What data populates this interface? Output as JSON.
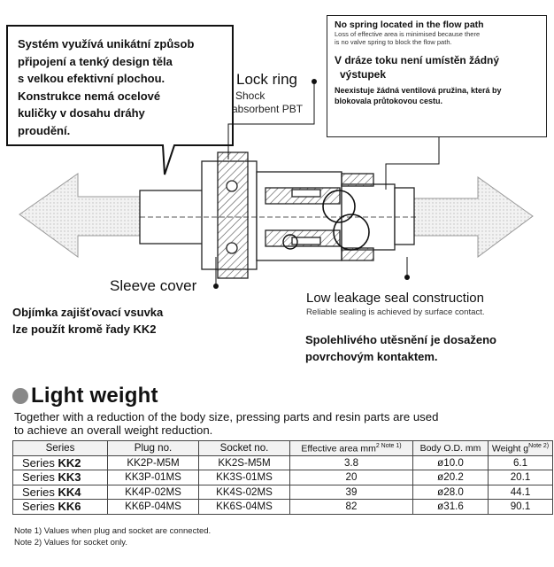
{
  "callout_left": {
    "text": "Systém využívá unikátní způsob\npřipojení a tenký design těla\ns velkou efektivní plochou.\nKonstrukce nemá ocelové\nkuličky v dosahu dráhy\nproudění."
  },
  "right_box": {
    "title": "No spring located in the flow path",
    "sub1": "Loss of effective area is minimised because there",
    "sub2": "is no valve spring to block the flow path.",
    "cz_heading1": "V dráze toku není umístěn žádný",
    "cz_heading2": "výstupek",
    "cz_text1": "Neexistuje žádná ventilová pružina, která by",
    "cz_text2": "blokovala průtokovou cestu."
  },
  "lock_ring": {
    "title": "Lock ring",
    "sub1": "Shock",
    "sub2": "absorbent PBT"
  },
  "sleeve_cover": {
    "title": "Sleeve cover",
    "cz1": "Objímka zajišťovací vsuvka",
    "cz2": "lze použít kromě řady KK2"
  },
  "low_leakage": {
    "title": "Low leakage seal construction",
    "sub": "Reliable sealing is achieved by surface contact.",
    "cz1": "Spolehlivého utěsnění je dosaženo",
    "cz2": "povrchovým kontaktem."
  },
  "light_weight": {
    "heading": "Light weight",
    "desc1": "Together with a reduction of the body size, pressing parts and resin parts are used",
    "desc2": "to achieve an overall weight reduction."
  },
  "table": {
    "headers": {
      "series": "Series",
      "plug": "Plug no.",
      "socket": "Socket no.",
      "area": "Effective area mm",
      "area_sup": "2 Note 1)",
      "od": "Body O.D. mm",
      "weight": "Weight g",
      "weight_sup": "Note 2)"
    },
    "rows": [
      {
        "prefix": "Series ",
        "code": "KK2",
        "plug": "KK2P-M5M",
        "socket": "KK2S-M5M",
        "area": "3.8",
        "od": "ø10.0",
        "weight": "6.1"
      },
      {
        "prefix": "Series ",
        "code": "KK3",
        "plug": "KK3P-01MS",
        "socket": "KK3S-01MS",
        "area": "20",
        "od": "ø20.2",
        "weight": "20.1"
      },
      {
        "prefix": "Series ",
        "code": "KK4",
        "plug": "KK4P-02MS",
        "socket": "KK4S-02MS",
        "area": "39",
        "od": "ø28.0",
        "weight": "44.1"
      },
      {
        "prefix": "Series ",
        "code": "KK6",
        "plug": "KK6P-04MS",
        "socket": "KK6S-04MS",
        "area": "82",
        "od": "ø31.6",
        "weight": "90.1"
      }
    ]
  },
  "notes": {
    "n1": "Note 1) Values when plug and socket are connected.",
    "n2": "Note 2) Values for socket only."
  }
}
